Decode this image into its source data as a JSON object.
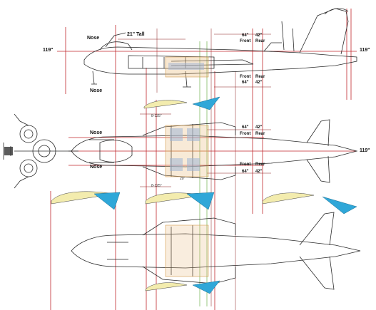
{
  "labels": {
    "nose_side_top": "Nose",
    "nose_side_bottom": "Nose",
    "tall": "21\" Tall",
    "dim_119_left": "119\"",
    "dim_119_right": "119\"",
    "dim_119_top_view": "119\"",
    "dim_64_a": "64\"",
    "dim_42_a": "42\"",
    "front_a": "Front",
    "rear_a": "Rear",
    "front_b": "Front",
    "rear_b": "Rear",
    "dim_64_b": "64\"",
    "dim_42_b": "42\"",
    "nose_top_a": "Nose",
    "nose_top_b": "Nose",
    "dim_64_c": "64\"",
    "dim_42_c": "42\"",
    "front_c": "Front",
    "rear_c": "Rear",
    "front_d": "Front",
    "rear_d": "Rear",
    "dim_64_d": "64\"",
    "dim_42_d": "42\"",
    "span_a": "8-125\"",
    "span_b": "8-125\"",
    "span_c": "20\""
  },
  "colors": {
    "guide_red": "#c0282d",
    "guide_dark": "#8a1f1f",
    "outline": "#2a2a2a",
    "bay_orange": "#e8b97a",
    "bay_blue": "#9fb4d6",
    "airfoil_blue": "#2fa7d8",
    "airfoil_yellow": "#f3ecae",
    "green_guide": "#6fb04a"
  }
}
